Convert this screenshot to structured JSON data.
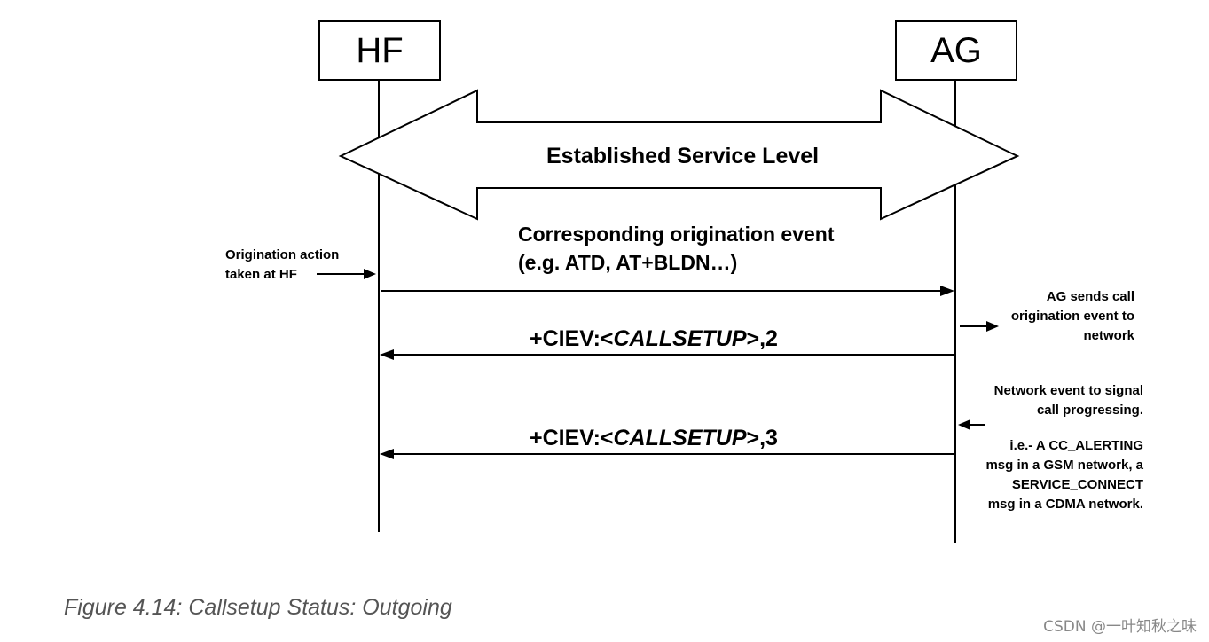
{
  "participants": {
    "hf": "HF",
    "ag": "AG"
  },
  "service_level": "Established Service Level",
  "messages": {
    "origination_line1": "Corresponding origination event",
    "origination_line2": "(e.g. ATD, AT+BLDN…)",
    "ciev1_prefix": "+CIEV:<",
    "ciev1_italic": "CALLSETUP",
    "ciev1_suffix": ">,2",
    "ciev2_prefix": "+CIEV:<",
    "ciev2_italic": "CALLSETUP",
    "ciev2_suffix": ">,3"
  },
  "notes": {
    "hf_action": [
      "Origination action",
      "taken at HF"
    ],
    "ag_sends": [
      "AG sends call",
      "origination event to",
      "network"
    ],
    "network_event": [
      "Network event to signal",
      "call progressing."
    ],
    "network_example": [
      "i.e.- A CC_ALERTING",
      "msg in a GSM network, a",
      "SERVICE_CONNECT",
      "msg in a CDMA network."
    ]
  },
  "caption": "Figure 4.14: Callsetup Status: Outgoing",
  "watermark": "CSDN @一叶知秋之味"
}
